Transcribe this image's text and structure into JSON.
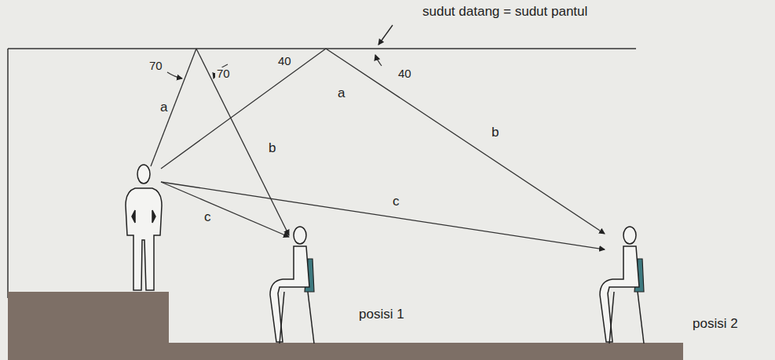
{
  "diagram": {
    "labels": [
      "sudut datang = sudut pantul",
      "70",
      "70",
      "40",
      "40",
      "a",
      "b",
      "a",
      "b",
      "c",
      "c",
      "posisi 1",
      "posisi 2"
    ]
  }
}
